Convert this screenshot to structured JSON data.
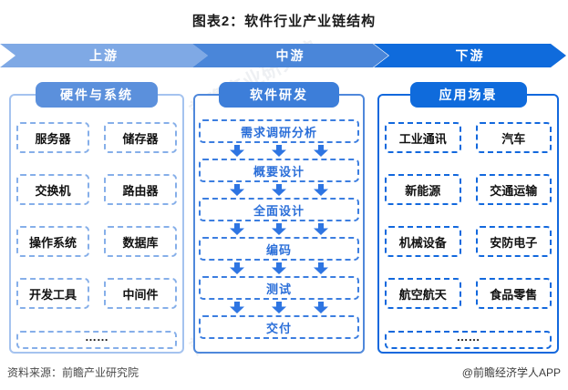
{
  "title": "图表2：软件行业产业链结构",
  "stages": [
    {
      "label": "上游",
      "color": "#7fa9e5"
    },
    {
      "label": "中游",
      "color": "#4a86d9"
    },
    {
      "label": "下游",
      "color": "#0f6bdc"
    }
  ],
  "columns": {
    "upstream": {
      "header": "硬件与系统",
      "header_color": "#5b90dc",
      "items": [
        "服务器",
        "储存器",
        "交换机",
        "路由器",
        "操作系统",
        "数据库",
        "开发工具",
        "中间件"
      ],
      "more": "……"
    },
    "midstream": {
      "header": "软件研发",
      "header_color": "#3d7ed9",
      "steps": [
        "需求调研分析",
        "概要设计",
        "全面设计",
        "编码",
        "测试",
        "交付"
      ]
    },
    "downstream": {
      "header": "应用场景",
      "header_color": "#0f6bdc",
      "items": [
        "工业通讯",
        "汽车",
        "新能源",
        "交通运输",
        "机械设备",
        "安防电子",
        "航空航天",
        "食品零售"
      ],
      "more": "……"
    }
  },
  "footer": {
    "source": "资料来源：前瞻产业研究院",
    "credit": "@前瞻经济学人APP"
  },
  "watermark": {
    "text": "前瞻产业研究院"
  }
}
